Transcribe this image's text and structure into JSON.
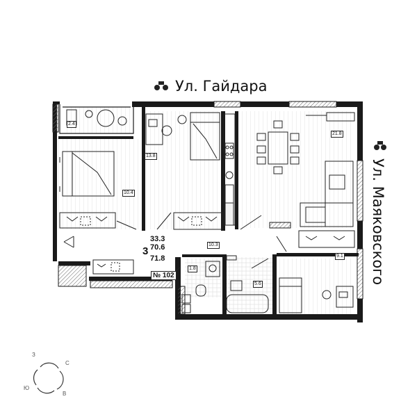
{
  "streets": {
    "top": "Ул. Гайдара",
    "right": "Ул. Маяковского"
  },
  "icons": {
    "street_top": "binoculars-icon",
    "street_right": "binoculars-icon"
  },
  "summary": {
    "rooms": "3",
    "living_area": "33.3",
    "total_area": "70.6",
    "total_with_balcony": "71.8",
    "apartment_number": "№ 102"
  },
  "rooms": {
    "balcony_top": "2.4",
    "bedroom_left": "10.4",
    "bedroom_middle": "13.8",
    "living_kitchen": "21.8",
    "hallway": "10.3",
    "wc": "1.8",
    "bathroom": "5.6",
    "bedroom_right": "9.1"
  },
  "compass": {
    "north": "С",
    "east": "В",
    "south": "Ю",
    "west": "З"
  },
  "colors": {
    "wall": "#1a1a1a",
    "partition": "#333333",
    "hatch": "#777777",
    "floor_line": "#9a9a9a"
  }
}
